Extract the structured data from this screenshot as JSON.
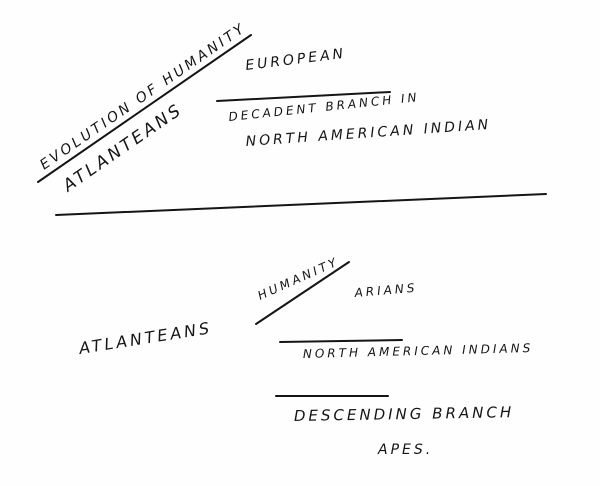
{
  "diagram_top": {
    "diagonal_label": "EVOLUTION OF HUMANITY",
    "lower_diagonal_label": "ATLANTEANS",
    "upper_branch_label": "EUROPEAN",
    "lower_branch_line1": "DECADENT BRANCH IN",
    "lower_branch_line2": "NORTH AMERICAN INDIAN"
  },
  "diagram_bottom": {
    "root_label": "ATLANTEANS",
    "diagonal_label": "HUMANITY",
    "upper_branch_label": "ARIANS",
    "middle_branch_label": "NORTH AMERICAN INDIANS",
    "lower_branch_line1": "DESCENDING BRANCH",
    "lower_branch_line2": "APES."
  }
}
